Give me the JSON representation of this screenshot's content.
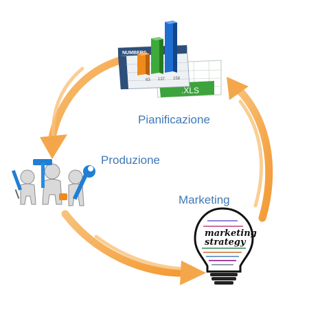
{
  "diagram": {
    "stages": [
      {
        "id": "pianificazione",
        "label": "Pianificazione",
        "icon": "spreadsheet-chart-icon"
      },
      {
        "id": "produzione",
        "label": "Produzione",
        "icon": "workers-tools-icon"
      },
      {
        "id": "marketing",
        "label": "Marketing",
        "icon": "lightbulb-strategy-icon"
      }
    ],
    "spreadsheet": {
      "header": "NUMBERS",
      "row_values": [
        "63",
        "137",
        "158"
      ],
      "ext_label": ".XLS"
    },
    "lightbulb": {
      "title_line1": "marketing",
      "title_line2": "strategy"
    },
    "colors": {
      "arrow": "#f4a74a",
      "label": "#3f78b8",
      "bar_orange": "#f08a1c",
      "bar_green": "#3daa3a",
      "bar_blue": "#1f6fd0",
      "xls_green": "#3da33d"
    }
  }
}
